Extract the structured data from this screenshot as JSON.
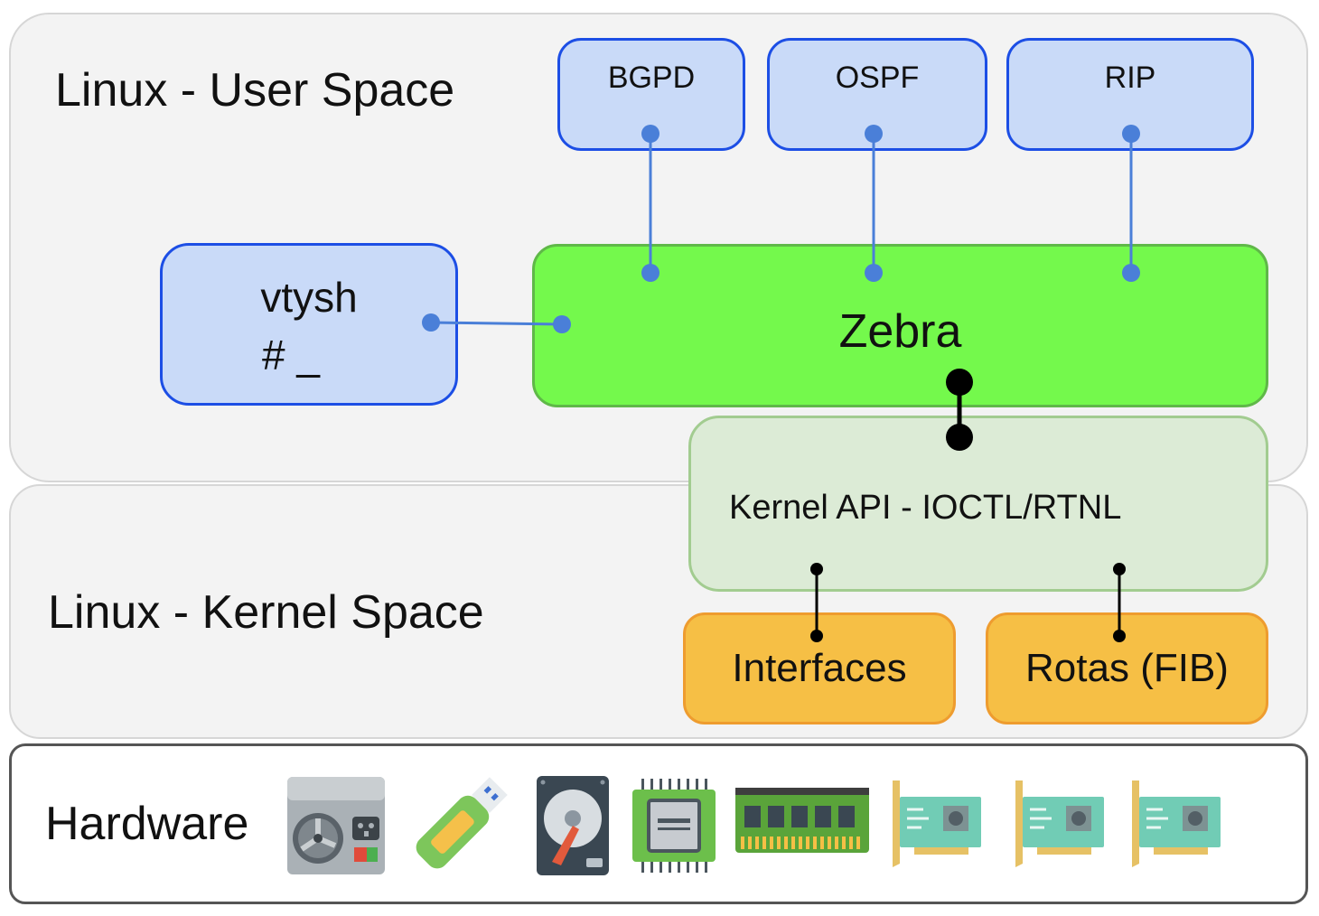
{
  "user_space": {
    "label": "Linux - User Space"
  },
  "kernel_space": {
    "label": "Linux - Kernel Space"
  },
  "daemons": [
    {
      "label": "BGPD"
    },
    {
      "label": "OSPF"
    },
    {
      "label": "RIP"
    }
  ],
  "vtysh": {
    "line1": "vtysh",
    "line2": "# _"
  },
  "zebra": {
    "label": "Zebra"
  },
  "kernel_api": {
    "label": "Kernel API - IOCTL/RTNL"
  },
  "kernel_objects": [
    {
      "label": "Interfaces"
    },
    {
      "label": "Rotas (FIB)"
    }
  ],
  "hardware": {
    "label": "Hardware",
    "icons": [
      "power-supply-icon",
      "usb-drive-icon",
      "hard-disk-icon",
      "cpu-chip-icon",
      "memory-module-icon",
      "network-card-icon",
      "network-card-icon",
      "network-card-icon"
    ]
  },
  "colors": {
    "daemon_fill": "#c9daf8",
    "daemon_border": "#1c4ee5",
    "zebra_fill": "#74f94c",
    "kernel_api_fill": "#dcebd6",
    "kernel_object_fill": "#f6bf45",
    "link_blue": "#4a7fd8",
    "link_black": "#000000"
  }
}
